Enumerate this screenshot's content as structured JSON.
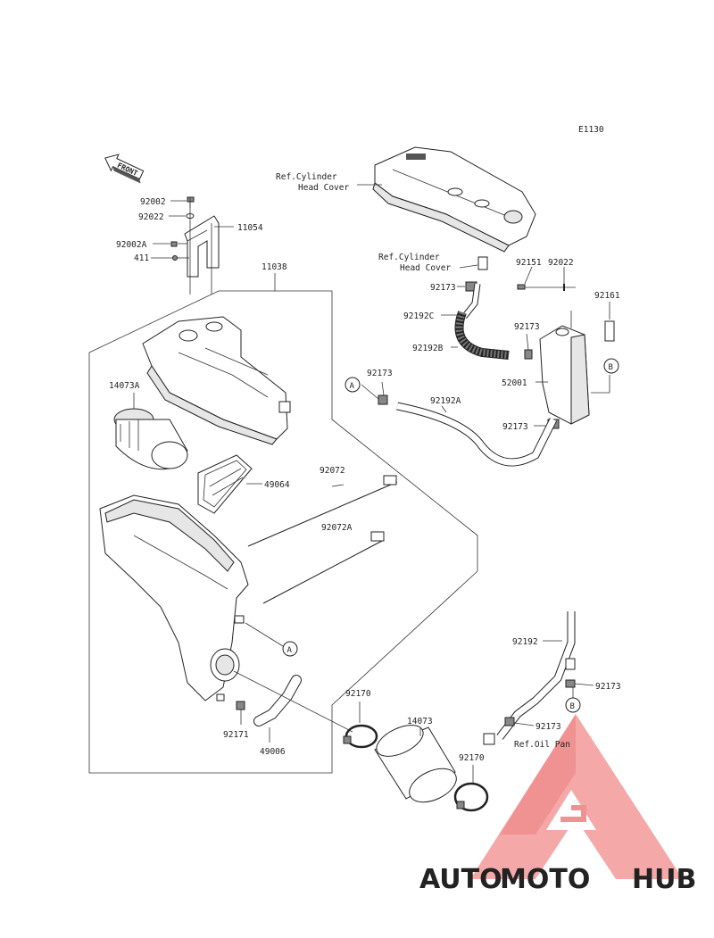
{
  "diagram_code": "E1130",
  "front_label": "FRONT",
  "callouts": {
    "p92002": "92002",
    "p92022_top": "92022",
    "p11054": "11054",
    "p92002A": "92002A",
    "p411": "411",
    "p11038": "11038",
    "p14073A": "14073A",
    "p49064": "49064",
    "p92072": "92072",
    "p92072A": "92072A",
    "p92170_a": "92170",
    "p92171": "92171",
    "p49006": "49006",
    "p14073": "14073",
    "p92170_b": "92170",
    "p92151": "92151",
    "p92022_right": "92022",
    "p92161": "92161",
    "p92173_a": "92173",
    "p92192C": "92192C",
    "p92173_b": "92173",
    "p92192B": "92192B",
    "p92173_c": "92173",
    "p92192A": "92192A",
    "p52001": "52001",
    "p92173_d": "92173",
    "p92192": "92192",
    "p92173_e": "92173",
    "p92173_f": "92173"
  },
  "references": {
    "cyl_head_cover_1_line1": "Ref.Cylinder",
    "cyl_head_cover_1_line2": "Head Cover",
    "cyl_head_cover_2_line1": "Ref.Cylinder",
    "cyl_head_cover_2_line2": "Head Cover",
    "oil_pan": "Ref.Oil Pan"
  },
  "markers": {
    "a1": "A",
    "a2": "A",
    "b1": "B",
    "b2": "B"
  },
  "watermark": {
    "part1": "AUTO",
    "part2": "MOTO",
    "part3": "HUB",
    "color_orange": "#f5b27a",
    "color_red": "#f08a8a",
    "color_gray": "#9a9a9a"
  }
}
